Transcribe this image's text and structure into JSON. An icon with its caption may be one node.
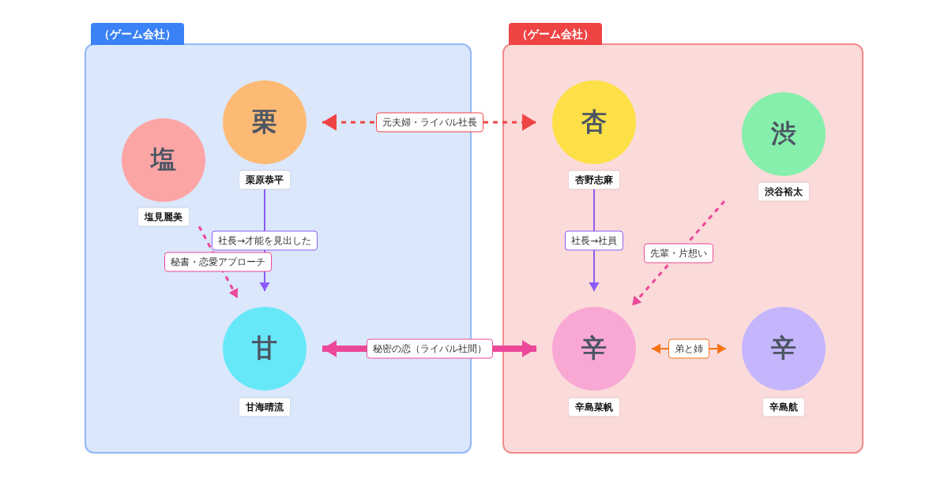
{
  "diagram": {
    "nodes": [
      {
        "text": [
          "（ゲーム会社）"
        ]
      },
      {
        "text": [
          "（ゲーム会社）"
        ]
      },
      {
        "text": [
          "塩"
        ],
        "beside": [
          "塩見麗美"
        ],
        "in": 0
      },
      {
        "text": [
          "栗"
        ],
        "beside": [
          "栗原恭平"
        ],
        "in": 0
      },
      {
        "text": [
          "甘"
        ],
        "beside": [
          "甘海晴流"
        ],
        "in": 0
      },
      {
        "text": [
          "杏"
        ],
        "beside": [
          "杏野志麻"
        ],
        "in": 1
      },
      {
        "text": [
          "渋"
        ],
        "beside": [
          "渋谷裕太"
        ],
        "in": 1
      },
      {
        "text": [
          "辛"
        ],
        "beside": [
          "辛島菜帆"
        ],
        "in": 1
      },
      {
        "text": [
          "辛"
        ],
        "beside": [
          "辛島航"
        ],
        "in": 1
      }
    ],
    "edges": [
      {
        "from": 3,
        "to": 5,
        "arrow": "both",
        "label": "元夫婦・ライバル社長",
        "style": "dashed",
        "color": "#ef4444"
      },
      {
        "from": 2,
        "to": 4,
        "arrow": "to",
        "label": "秘書・恋愛アプローチ",
        "style": "dashed",
        "color": "#ec4899"
      },
      {
        "from": 3,
        "to": 4,
        "arrow": "to",
        "label": "社長→才能を見出した",
        "color": "#8b5cf6"
      },
      {
        "from": 5,
        "to": 7,
        "arrow": "to",
        "label": "社長→社員",
        "color": "#8b5cf6"
      },
      {
        "from": 6,
        "to": 7,
        "arrow": "to",
        "label": "先輩・片想い",
        "style": "dashed",
        "color": "#ec4899"
      },
      {
        "from": 4,
        "to": 7,
        "arrow": "both",
        "label": "秘密の恋（ライバル社間）",
        "style": "thick",
        "color": "#ec4899"
      },
      {
        "from": 7,
        "to": 8,
        "arrow": "both",
        "label": "弟と姉",
        "color": "#f97316"
      }
    ]
  }
}
